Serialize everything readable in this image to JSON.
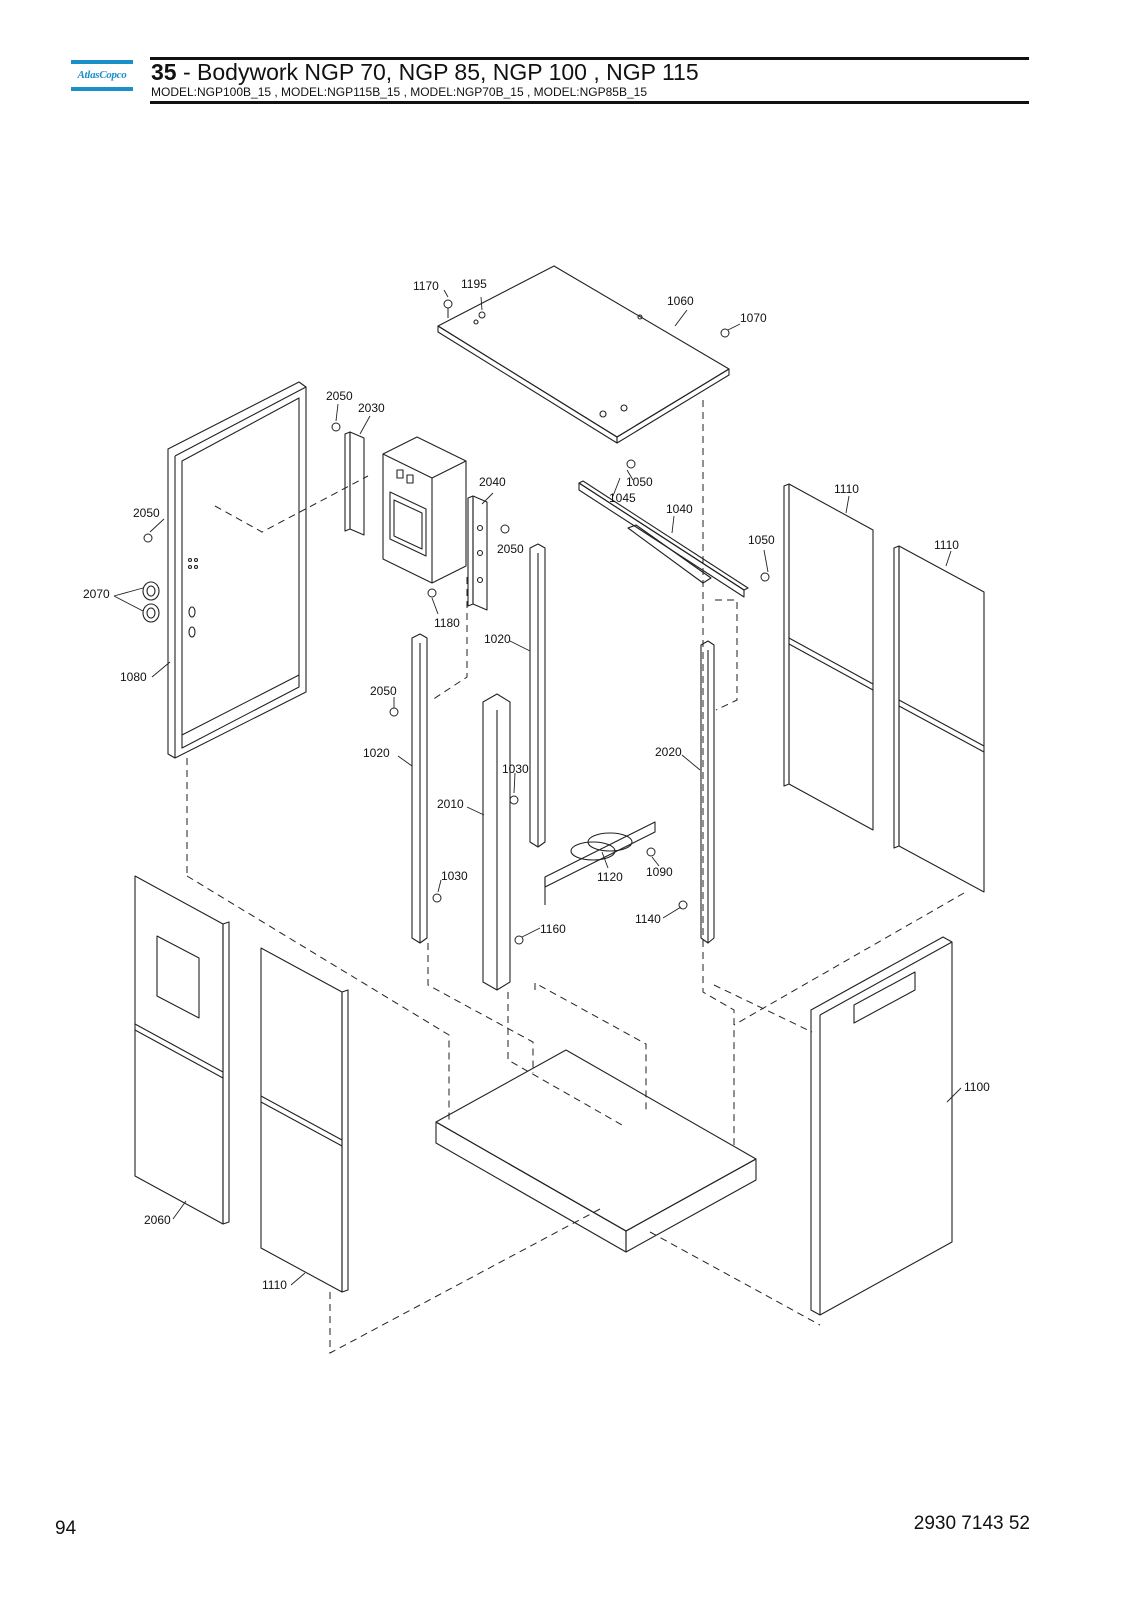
{
  "header": {
    "logo_text": "AtlasCopco",
    "section_number": "35",
    "section_title": " - Bodywork NGP 70, NGP 85, NGP 100 , NGP 115",
    "models": "MODEL:NGP100B_15 , MODEL:NGP115B_15 , MODEL:NGP70B_15 , MODEL:NGP85B_15"
  },
  "callouts": [
    {
      "id": "c1170",
      "text": "1170"
    },
    {
      "id": "c1195",
      "text": "1195"
    },
    {
      "id": "c1060",
      "text": "1060"
    },
    {
      "id": "c1070",
      "text": "1070"
    },
    {
      "id": "c2050a",
      "text": "2050"
    },
    {
      "id": "c2030",
      "text": "2030"
    },
    {
      "id": "c2040",
      "text": "2040"
    },
    {
      "id": "c1050a",
      "text": "1050"
    },
    {
      "id": "c1045",
      "text": "1045"
    },
    {
      "id": "c1040",
      "text": "1040"
    },
    {
      "id": "c1110a",
      "text": "1110"
    },
    {
      "id": "c1110b",
      "text": "1110"
    },
    {
      "id": "c1050b",
      "text": "1050"
    },
    {
      "id": "c2050b",
      "text": "2050"
    },
    {
      "id": "c2050c",
      "text": "2050"
    },
    {
      "id": "c2070",
      "text": "2070"
    },
    {
      "id": "c1180",
      "text": "1180"
    },
    {
      "id": "c1020a",
      "text": "1020"
    },
    {
      "id": "c1080",
      "text": "1080"
    },
    {
      "id": "c2050d",
      "text": "2050"
    },
    {
      "id": "c1020b",
      "text": "1020"
    },
    {
      "id": "c2020",
      "text": "2020"
    },
    {
      "id": "c1030a",
      "text": "1030"
    },
    {
      "id": "c2010",
      "text": "2010"
    },
    {
      "id": "c1120",
      "text": "1120"
    },
    {
      "id": "c1090",
      "text": "1090"
    },
    {
      "id": "c1030b",
      "text": "1030"
    },
    {
      "id": "c1140",
      "text": "1140"
    },
    {
      "id": "c1160",
      "text": "1160"
    },
    {
      "id": "c1100",
      "text": "1100"
    },
    {
      "id": "c2060",
      "text": "2060"
    },
    {
      "id": "c1110c",
      "text": "1110"
    }
  ],
  "footer": {
    "page_number": "94",
    "document_number": "2930 7143 52"
  }
}
